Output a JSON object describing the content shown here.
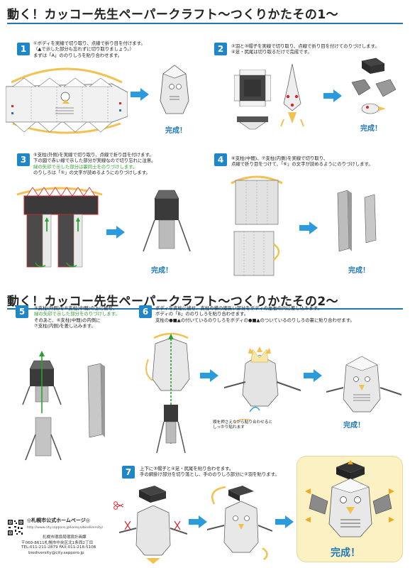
{
  "titles": {
    "part1": "動く！カッコー先生ペーパークラフト～つくりかたその1～",
    "part2": "動く！カッコー先生ペーパークラフト～つくりかたその2～"
  },
  "steps": {
    "s1": {
      "num": "1",
      "lines": [
        "①ボディを実線で切り取り、点線で折り目を付けます。",
        "（▲で示した部分も忘れずに切り取りましょう。）",
        "まずは「A」ののりしろを貼り合わせます。"
      ],
      "done": "完成！"
    },
    "s2": {
      "num": "2",
      "lines": [
        "②羽と③帽子を実線で切り取り、点線で折り目を付けてのりづけします。",
        "④足・尻尾は切り取るだけで完成です。"
      ],
      "done": "完成！"
    },
    "s3": {
      "num": "3",
      "lines": [
        "⑤支柱(外側)を実線で切り取り、点線で折り目を付けます。",
        "下の図で赤い線で示した部分が実線なので切り忘れに注意。",
        "緑の矢印で示した部分は裏同士をのりづけします。",
        "のりしろは「⑤」の文字が読めるようにのりづけします。"
      ],
      "done": "完成！"
    },
    "s4": {
      "num": "4",
      "lines": [
        "⑥支柱(中間)、⑦支柱(内側)を実線で切り取り、",
        "点線で折り目をつけて、「⑥」の文字が読めるようにのりづけします。"
      ],
      "done": "完成！"
    },
    "s5": {
      "num": "5",
      "lines": [
        "⑤支柱(外側)を⑥支柱(中間)の上に被せ、",
        "緑の矢印で示した部分をのりづけします。",
        "そのあと、⑥支柱(中間)の内側に",
        "⑦支柱(内側)を差し込みます。"
      ]
    },
    "s6": {
      "num": "6",
      "lines": [
        "ボディを支柱に被せ、支柱の横の細長い部分をボディの左右の穴に差し込みます。",
        "ボディの「B」ののりしろを貼り合わせます。",
        "支柱の●■▲の付いているのりしろをボディの●■▲のついているのりしろの裏に貼り合わせます。"
      ],
      "note": [
        "頭を押さえながら貼り合わせると",
        "しっかり貼れます"
      ],
      "done": "完成！"
    },
    "s7": {
      "num": "7",
      "lines": [
        "上下に③帽子と④足・尻尾を貼り合わせます。",
        "手の網掛け部分を切り落とし、手ののりしろ部分に②羽を貼ります。"
      ],
      "done": "完成！"
    }
  },
  "footer": {
    "site": "◎札幌市公式ホームページ◎",
    "url": "http://www.city.sapporo.jp/kankyo/biodiversity/",
    "org": "札幌市環境局環境計画課",
    "address": "〒060-8611札幌市中央区北1条西2丁目",
    "tel": "TEL:011-211-2879 FAX:011-218-5108",
    "email": "biodiversity@city.sapporo.jp"
  },
  "colors": {
    "accent": "#1f86c8",
    "done": "#1f77b4",
    "red": "#d62728",
    "green": "#2ca02c",
    "yellow": "#f2c14e",
    "finale_bg": "#fbf1c3"
  },
  "icons": [
    "right-arrow-icon",
    "qr-code-icon",
    "bird-icon",
    "hat-icon",
    "wing-icon",
    "pillar-icon",
    "scissors-icon"
  ]
}
